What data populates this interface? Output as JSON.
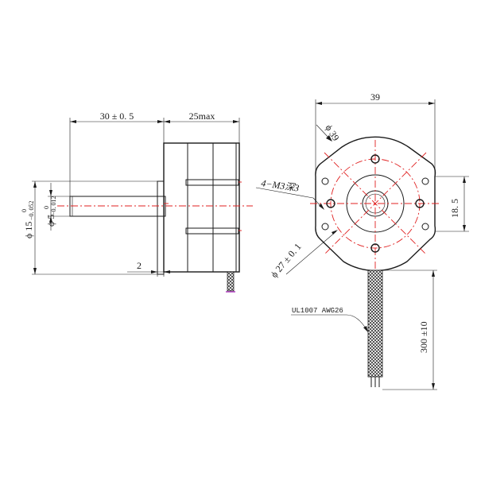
{
  "side_view": {
    "shaft_length": "30 ± 0. 5",
    "body_length": "25max",
    "boss_diameter_main": "ϕ 15",
    "boss_tol_upper": "0",
    "boss_tol_lower": "−0. 052",
    "shaft_diameter_main": "ϕ 5",
    "shaft_tol_upper": "0",
    "shaft_tol_lower": "−0. 012",
    "boss_height": "2"
  },
  "front_view": {
    "frame_width": "39",
    "frame_diameter": "ϕ 39",
    "mount_holes": "4−M3深3",
    "bolt_circle": "ϕ 27 ± 0. 1",
    "flat_height": "18. 5",
    "wire_spec": "UL1007  AWG26",
    "lead_length": "300 ±10"
  },
  "colors": {
    "line": "#1a1a1a",
    "centerline": "#e02020",
    "lead_tip": "#b040c0"
  }
}
